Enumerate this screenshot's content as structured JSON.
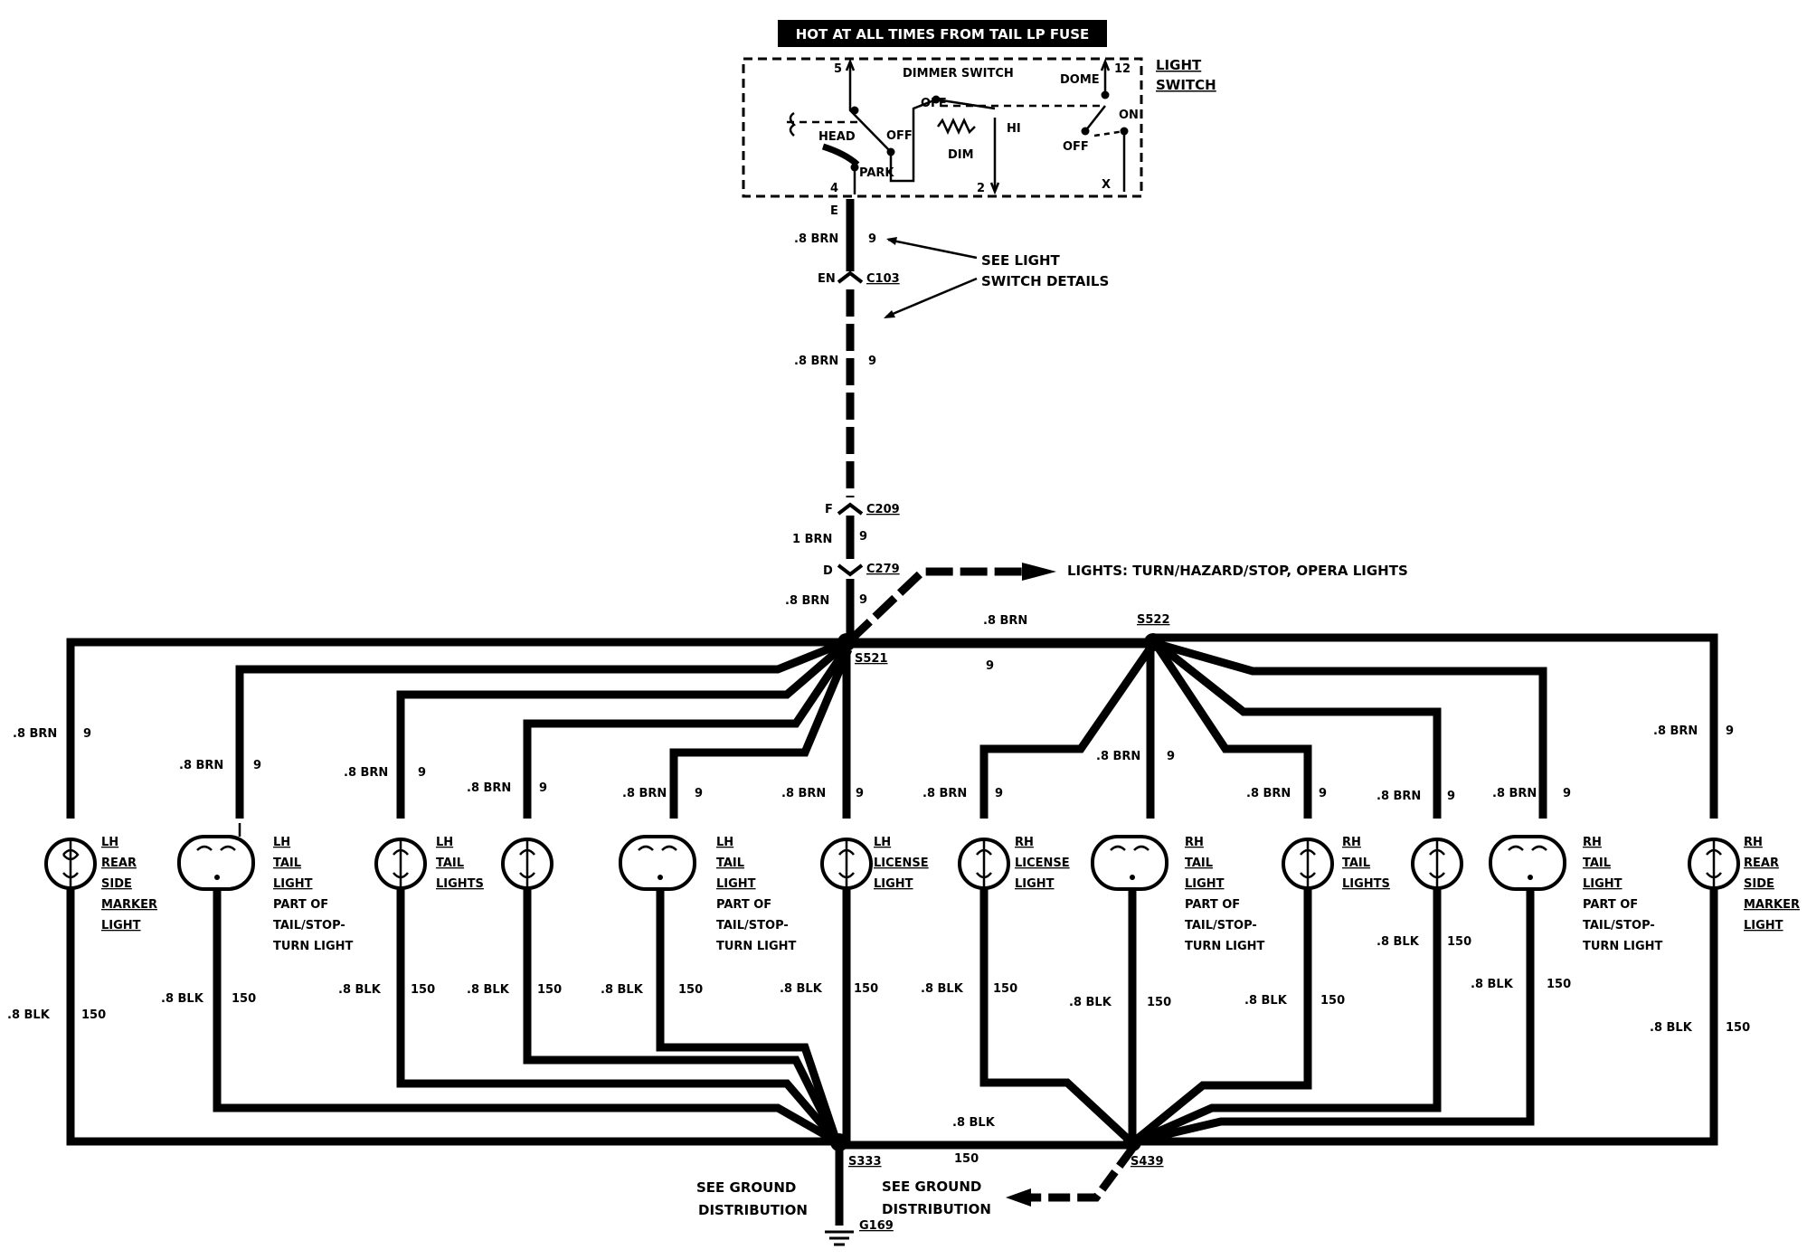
{
  "header": {
    "banner": "HOT AT ALL TIMES FROM TAIL  LP FUSE"
  },
  "light_switch": {
    "title_line1": "LIGHT",
    "title_line2": "SWITCH",
    "dimmer_switch": "DIMMER SWITCH",
    "dome": "DOME",
    "head": "HEAD",
    "off": "OFF",
    "park": "PARK",
    "dim": "DIM",
    "hi": "HI",
    "on": "ON",
    "pin5": "5",
    "pin12": "12",
    "pin4": "4",
    "pin2": "2",
    "pinx": "X"
  },
  "main_feed": {
    "pin_e": "E",
    "wire1": ".8 BRN",
    "circuit": "9",
    "see_details_line1": "SEE LIGHT",
    "see_details_line2": "SWITCH DETAILS",
    "en": "EN",
    "c103": "C103",
    "wire2": ".8 BRN",
    "f": "F",
    "c209": "C209",
    "wire3": "1 BRN",
    "d": "D",
    "c279": "C279",
    "wire4": ".8 BRN",
    "branch_text": "LIGHTS: TURN/HAZARD/STOP, OPERA LIGHTS"
  },
  "splices": {
    "s521": "S521",
    "s522": "S522",
    "s333": "S333",
    "s439": "S439",
    "g169": "G169",
    "top_wire": ".8 BRN",
    "top_circuit": "9",
    "bottom_wire": ".8 BLK",
    "bottom_circuit": "150"
  },
  "wire_labels": {
    "brn": ".8 BRN",
    "blk": ".8 BLK",
    "c9": "9",
    "c150": "150"
  },
  "lamps": [
    {
      "lines": [
        "LH",
        "REAR",
        "SIDE",
        "MARKER",
        "LIGHT"
      ],
      "ul": [
        true,
        true,
        true,
        true,
        true
      ]
    },
    {
      "lines": [
        "LH",
        "TAIL",
        "LIGHT",
        "PART OF",
        "TAIL/STOP-",
        "TURN LIGHT"
      ],
      "ul": [
        true,
        true,
        true,
        false,
        false,
        false
      ]
    },
    {
      "lines": [
        "LH",
        "TAIL",
        "LIGHTS"
      ],
      "ul": [
        true,
        true,
        true
      ]
    },
    {
      "lines": [
        "LH",
        "TAIL",
        "LIGHT",
        "PART OF",
        "TAIL/STOP-",
        "TURN LIGHT"
      ],
      "ul": [
        true,
        true,
        true,
        false,
        false,
        false
      ]
    },
    {
      "lines": [
        "LH",
        "LICENSE",
        "LIGHT"
      ],
      "ul": [
        true,
        true,
        true
      ]
    },
    {
      "lines": [
        "RH",
        "LICENSE",
        "LIGHT"
      ],
      "ul": [
        true,
        true,
        true
      ]
    },
    {
      "lines": [
        "RH",
        "TAIL",
        "LIGHT",
        "PART OF",
        "TAIL/STOP-",
        "TURN LIGHT"
      ],
      "ul": [
        true,
        true,
        true,
        false,
        false,
        false
      ]
    },
    {
      "lines": [
        "RH",
        "TAIL",
        "LIGHTS"
      ],
      "ul": [
        true,
        true,
        true
      ]
    },
    {
      "lines": [
        "RH",
        "TAIL",
        "LIGHT",
        "PART OF",
        "TAIL/STOP-",
        "TURN LIGHT"
      ],
      "ul": [
        true,
        true,
        true,
        false,
        false,
        false
      ]
    },
    {
      "lines": [
        "RH",
        "REAR",
        "SIDE",
        "MARKER",
        "LIGHT"
      ],
      "ul": [
        true,
        true,
        true,
        true,
        true
      ]
    }
  ],
  "ground": {
    "left_line1": "SEE GROUND",
    "left_line2": "DISTRIBUTION",
    "right_line1": "SEE GROUND",
    "right_line2": "DISTRIBUTION"
  }
}
